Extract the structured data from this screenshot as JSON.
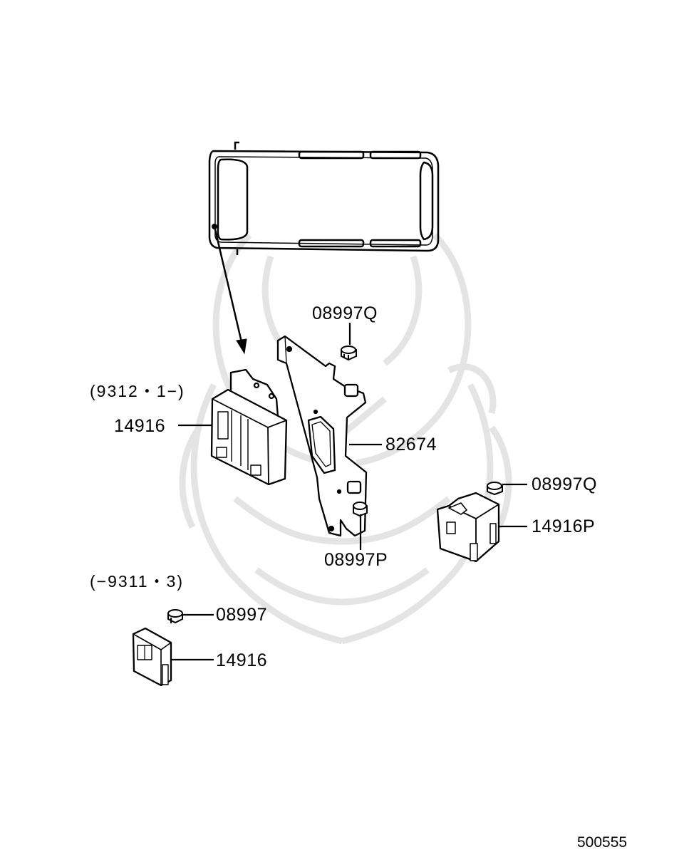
{
  "diagram": {
    "parts": [
      {
        "id": "bolt_top",
        "number": "08997Q"
      },
      {
        "id": "bracket",
        "number": "82674"
      },
      {
        "id": "unit_main",
        "number": "14916"
      },
      {
        "id": "bolt_right",
        "number": "08997Q"
      },
      {
        "id": "relay_right",
        "number": "14916P"
      },
      {
        "id": "bolt_lower",
        "number": "08997P"
      },
      {
        "id": "bolt_old",
        "number": "08997"
      },
      {
        "id": "unit_old",
        "number": "14916"
      }
    ],
    "conditions": {
      "new_model": "(9312・1−)",
      "old_model": "(−9311・3)"
    },
    "figure_number": "500555"
  },
  "colors": {
    "line": "#000000",
    "watermark": "#e4e4e4",
    "background": "#ffffff"
  }
}
